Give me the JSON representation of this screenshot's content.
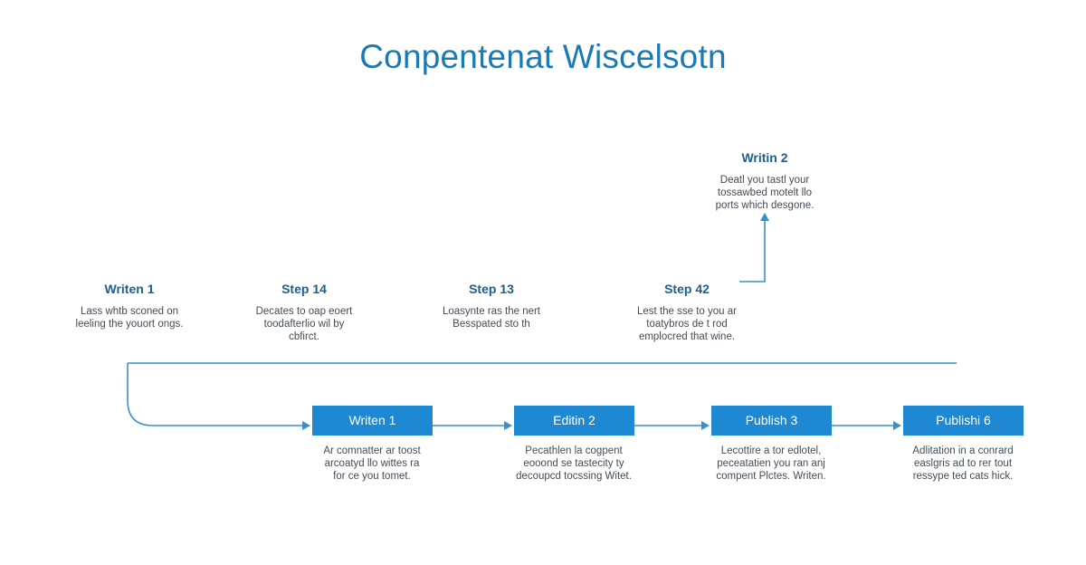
{
  "title": "Conpentenat Wiscelsotn",
  "colors": {
    "accent": "#1e88d2",
    "line": "#3a90c8",
    "heading": "#1d5f8c",
    "title": "#1a7bb3"
  },
  "top_steps": [
    {
      "heading": "Writen 1",
      "lines": [
        "Lass whtb sconed on",
        "leeling the youort ongs."
      ]
    },
    {
      "heading": "Step 14",
      "lines": [
        "Decates to oap eoert",
        "toodafterlio wil by",
        "cbfirct."
      ]
    },
    {
      "heading": "Step 13",
      "lines": [
        "Loasynte ras the nert",
        "Besspated sto th"
      ]
    },
    {
      "heading": "Step 42",
      "lines": [
        "Lest the sse to you ar",
        "toatybros de t rod",
        "emplocred that wine."
      ]
    }
  ],
  "raised_step": {
    "heading": "Writin 2",
    "lines": [
      "Deatl you tastl your",
      "tossawbed motelt llo",
      "ports which desgone."
    ]
  },
  "boxes": [
    {
      "label": "Writen 1",
      "lines": [
        "Ar comnatter ar toost",
        "arcoatyd llo wittes ra",
        "for ce you tomet."
      ]
    },
    {
      "label": "Editin 2",
      "lines": [
        "Pecathlen la cogpent",
        "eooond se tastecity ty",
        "decoupcd tocssing Witet."
      ]
    },
    {
      "label": "Publish 3",
      "lines": [
        "Lecottire a tor edlotel,",
        "peceatatien you ran anj",
        "compent Plctes. Writen."
      ]
    },
    {
      "label": "Publishi 6",
      "lines": [
        "Adlitation in a conrard",
        "easlgris ad to rer tout",
        "ressype ted cats hick."
      ]
    }
  ]
}
